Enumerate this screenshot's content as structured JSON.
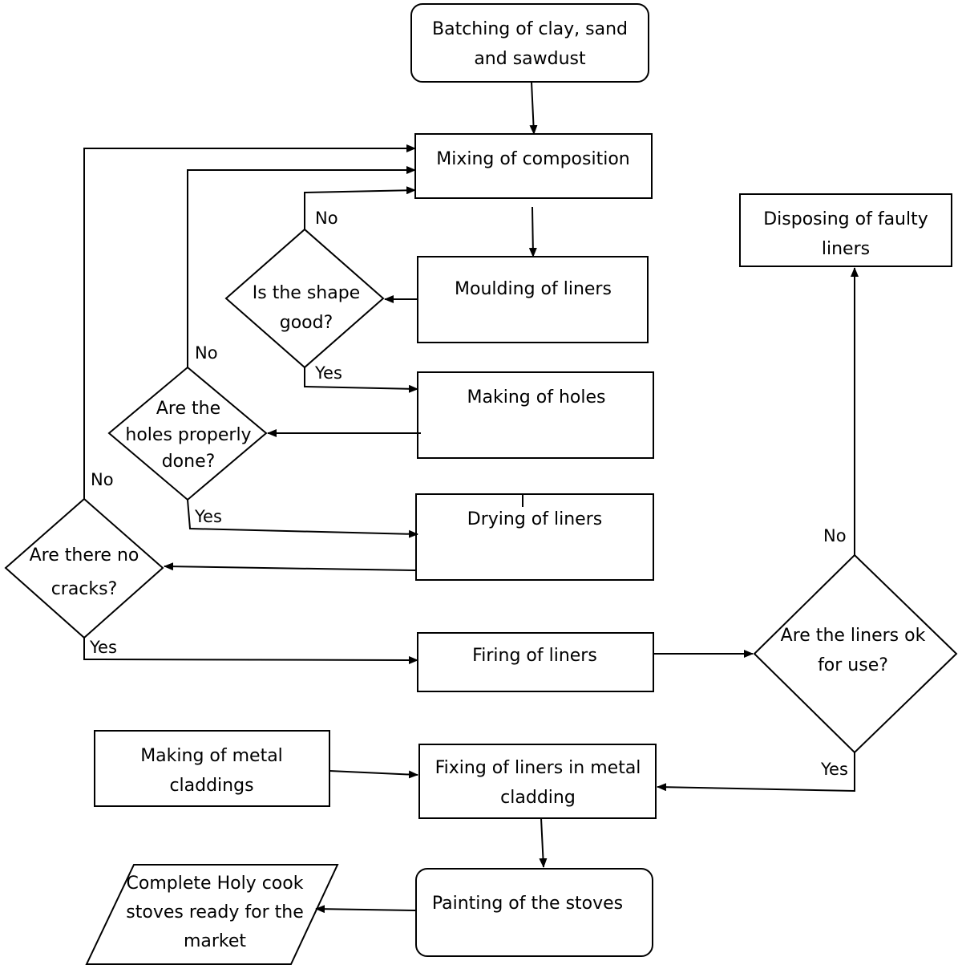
{
  "nodes": {
    "batching": [
      "Batching of clay, sand",
      "and sawdust"
    ],
    "mixing": [
      "Mixing of composition"
    ],
    "moulding": [
      "Moulding of liners"
    ],
    "holes": [
      "Making of holes"
    ],
    "drying": [
      "Drying of liners"
    ],
    "firing": [
      "Firing of liners"
    ],
    "disposing": [
      "Disposing of faulty",
      "liners"
    ],
    "metal_cladding": [
      "Making of metal",
      "claddings"
    ],
    "fixing": [
      "Fixing of liners in metal",
      "cladding"
    ],
    "painting": [
      "Painting of the stoves"
    ],
    "complete": [
      "Complete Holy cook",
      "stoves ready for the",
      "market"
    ]
  },
  "decisions": {
    "shape": [
      "Is the shape",
      "good?"
    ],
    "holes_done": [
      "Are the",
      "holes properly",
      "done?"
    ],
    "cracks": [
      "Are there no",
      "cracks?"
    ],
    "liners_ok": [
      "Are the liners ok",
      "for use?"
    ]
  },
  "edge_labels": {
    "no": "No",
    "yes": "Yes"
  }
}
